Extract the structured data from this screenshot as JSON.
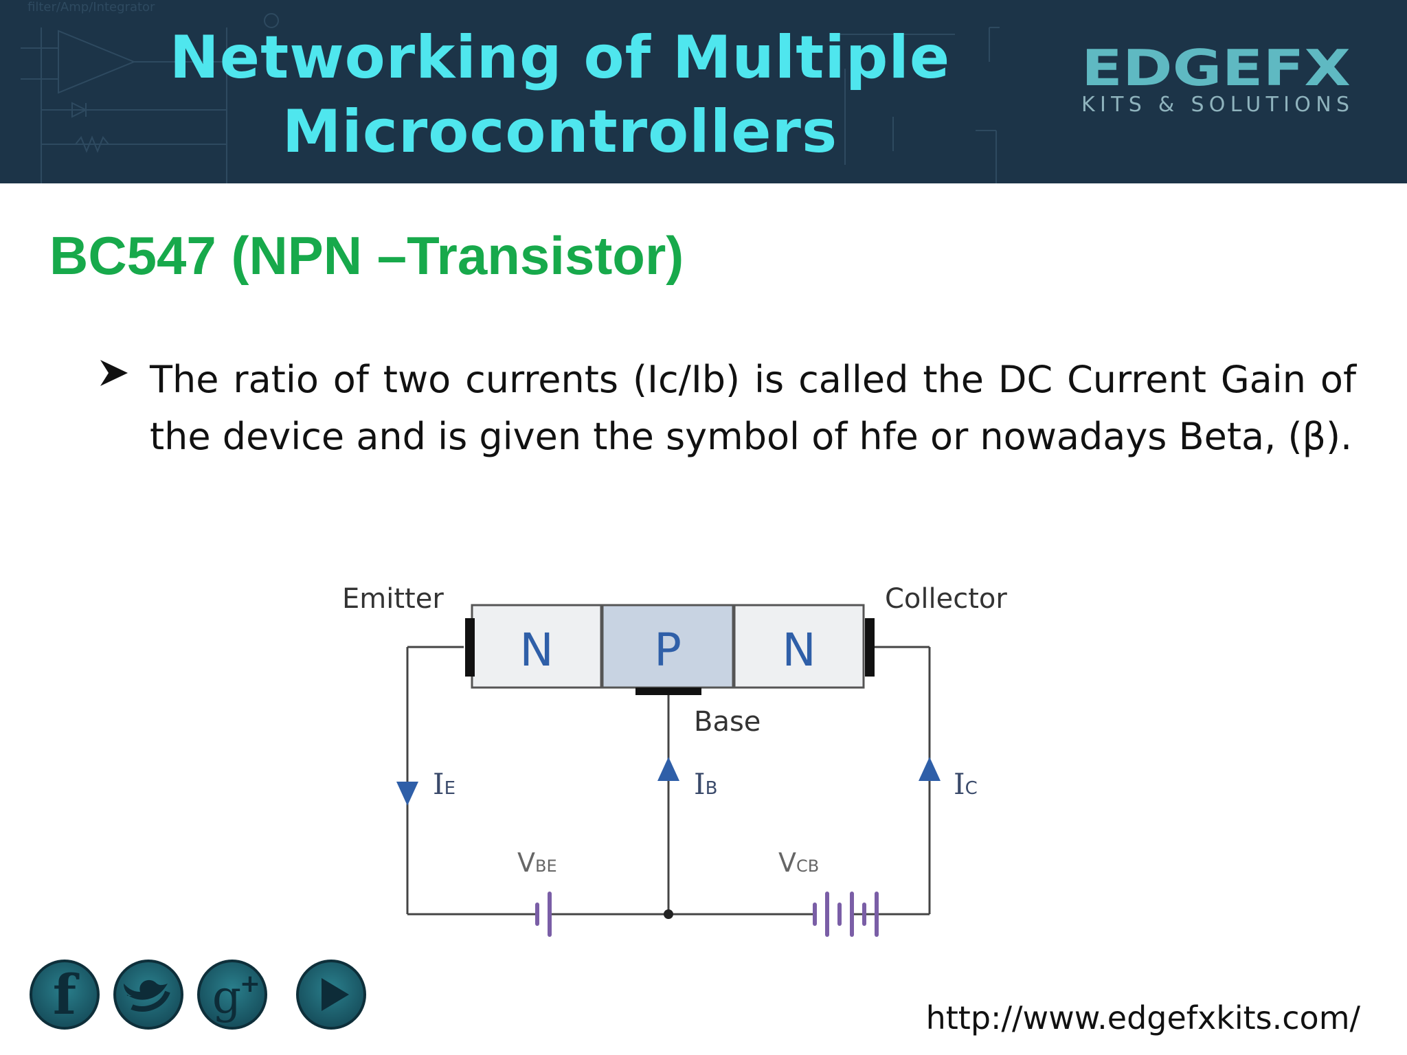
{
  "header": {
    "title_line1": "Networking of Multiple",
    "title_line2": "Microcontrollers",
    "logo_main": "EDGEFX",
    "logo_sub": "KITS & SOLUTIONS",
    "background_color": "#1c3448",
    "title_color": "#4fe6ee"
  },
  "slide": {
    "subtitle": "BC547 (NPN –Transistor)",
    "subtitle_color": "#17a94b",
    "bullet_icon": "arrow-bullet-icon",
    "bullet_text": "The ratio of two currents (Ic/Ib) is called the DC Current Gain of the device and is given the symbol of hfe or nowadays Beta, (β)."
  },
  "diagram": {
    "emitter_label": "Emitter",
    "collector_label": "Collector",
    "base_label": "Base",
    "region_emitter": "N",
    "region_base": "P",
    "region_collector": "N",
    "ie_main": "I",
    "ie_sub": "E",
    "ib_main": "I",
    "ib_sub": "B",
    "ic_main": "I",
    "ic_sub": "C",
    "vbe_main": "V",
    "vbe_sub": "BE",
    "vcb_main": "V",
    "vcb_sub": "CB",
    "arrow_color": "#2f5fa8",
    "battery_color": "#7a5ea6"
  },
  "footer": {
    "url": "http://www.edgefxkits.com/",
    "social_icons": [
      "facebook-icon",
      "twitter-icon",
      "google-plus-icon",
      "youtube-play-icon"
    ]
  }
}
